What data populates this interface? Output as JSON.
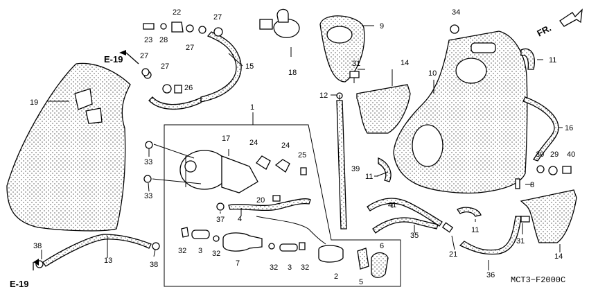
{
  "direction_label": "FR.",
  "diagram_code": "MCT3−F2000C",
  "section_refs": [
    "E-19",
    "E-19"
  ],
  "callouts": {
    "c1": "1",
    "c2": "2",
    "c3a": "3",
    "c3b": "3",
    "c4": "4",
    "c5": "5",
    "c6": "6",
    "c7": "7",
    "c8": "8",
    "c9": "9",
    "c10": "10",
    "c11a": "11",
    "c11b": "11",
    "c11c": "11",
    "c12": "12",
    "c13": "13",
    "c14a": "14",
    "c14b": "14",
    "c15": "15",
    "c16": "16",
    "c17": "17",
    "c18": "18",
    "c19": "19",
    "c20": "20",
    "c21": "21",
    "c22": "22",
    "c23": "23",
    "c24a": "24",
    "c24b": "24",
    "c25": "25",
    "c26": "26",
    "c27a": "27",
    "c27b": "27",
    "c27c": "27",
    "c27d": "27",
    "c28": "28",
    "c29": "29",
    "c30": "30",
    "c31a": "31",
    "c31b": "31",
    "c32a": "32",
    "c32b": "32",
    "c32c": "32",
    "c32d": "32",
    "c33a": "33",
    "c33b": "33",
    "c34": "34",
    "c35": "35",
    "c36": "36",
    "c37": "37",
    "c38a": "38",
    "c38b": "38",
    "c39": "39",
    "c40": "40",
    "c41": "41"
  }
}
